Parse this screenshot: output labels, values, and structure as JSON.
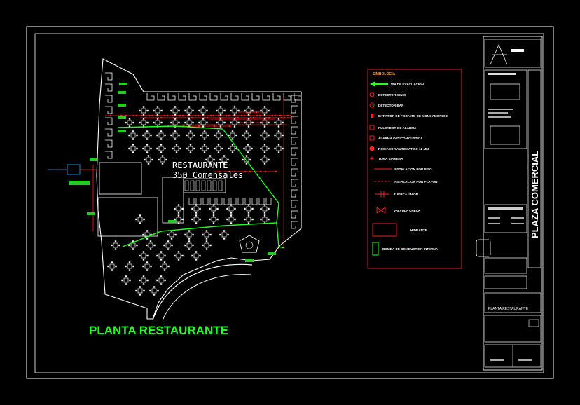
{
  "drawing": {
    "title": "PLANTA RESTAURANTE",
    "room_name": "RESTAURANTE",
    "room_capacity": "350 Comensales",
    "colors": {
      "background": "#000000",
      "frame": "#ffffff",
      "walls": "#ffffff",
      "fire_line": "#ff2020",
      "evacuation": "#22ff22",
      "furniture": "#ffffff"
    }
  },
  "legend": {
    "title": "SIMBOLOGIA",
    "items": [
      {
        "label": "VIA DE EVACUACION",
        "icon": "green-arrow"
      },
      {
        "label": "DETECTOR IONIC",
        "icon": "red-circle-dot"
      },
      {
        "label": "DETECTOR BAR",
        "icon": "red-circle-dot"
      },
      {
        "label": "EXTINTOR DE FOSFATO DE MONOAMONICO",
        "icon": "red-extinguisher"
      },
      {
        "label": "PULSADOR DE ALARMA",
        "icon": "red-square"
      },
      {
        "label": "ALARMA OPTICO ACUSTICA",
        "icon": "red-square"
      },
      {
        "label": "ROCIADOR AUTOMATICO 12 MM",
        "icon": "red-filled-circle"
      },
      {
        "label": "TOMA SIAMESA",
        "icon": "red-small-mark"
      },
      {
        "label": "INSTALACION POR PISO",
        "icon": "red-line"
      },
      {
        "label": "INSTALACION POR PLAFON",
        "icon": "red-dashed-line"
      },
      {
        "label": "TUERCA UNION",
        "icon": "red-union"
      },
      {
        "label": "VALVULA CHECK",
        "icon": "red-check-valve"
      },
      {
        "label": "HIDRANTE",
        "icon": "red-rectangle"
      },
      {
        "label": "BOMBA DE COMBUSTION INTERNA",
        "icon": "green-rectangle"
      }
    ]
  },
  "title_block": {
    "project": "PLAZA COMERCIAL",
    "sheet_label": "PLANTA RESTAURANTE"
  }
}
